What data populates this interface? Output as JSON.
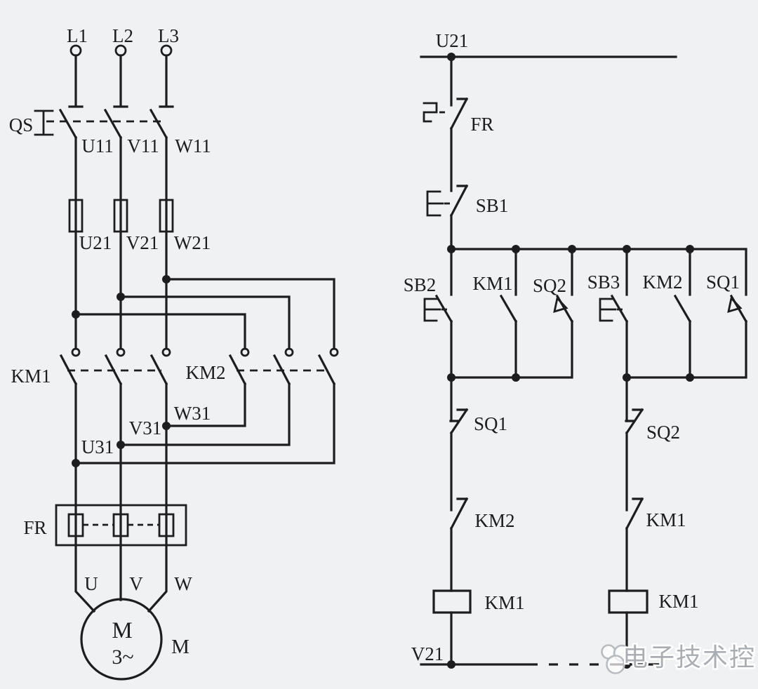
{
  "colors": {
    "background": "#f0f1f3",
    "line": "#1d1d1f",
    "watermark": "#a9aeb4"
  },
  "power": {
    "phases": {
      "l1": "L1",
      "l2": "L2",
      "l3": "L3"
    },
    "qs": "QS",
    "n11": {
      "u": "U11",
      "v": "V11",
      "w": "W11"
    },
    "n21": {
      "u": "U21",
      "v": "V21",
      "w": "W21"
    },
    "km1": "KM1",
    "km2": "KM2",
    "n31": {
      "u": "U31",
      "v": "V31",
      "w": "W31"
    },
    "fr": "FR",
    "mt": {
      "u": "U",
      "v": "V",
      "w": "W"
    },
    "motor": {
      "m": "M",
      "phase": "3~",
      "label": "M"
    }
  },
  "control": {
    "u21": "U21",
    "fr": "FR",
    "sb1": "SB1",
    "row": {
      "sb2": "SB2",
      "km1": "KM1",
      "sq2": "SQ2",
      "sb3": "SB3",
      "km2": "KM2",
      "sq1": "SQ1"
    },
    "low": {
      "sq1": "SQ1",
      "sq2": "SQ2",
      "km2": "KM2",
      "km1": "KM1"
    },
    "coil_left": "KM1",
    "coil_right": "KM1",
    "v21": "V21"
  },
  "watermark": {
    "text": "电子技术控"
  }
}
